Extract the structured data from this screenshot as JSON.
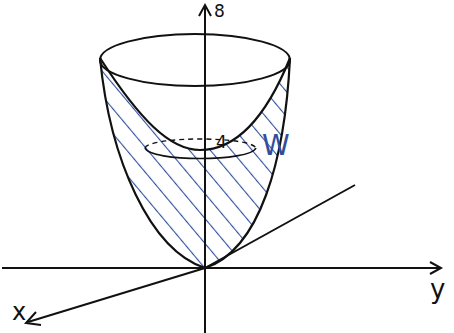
{
  "diagram": {
    "labels": [
      "8",
      "4",
      "W",
      "y",
      "x"
    ]
  }
}
